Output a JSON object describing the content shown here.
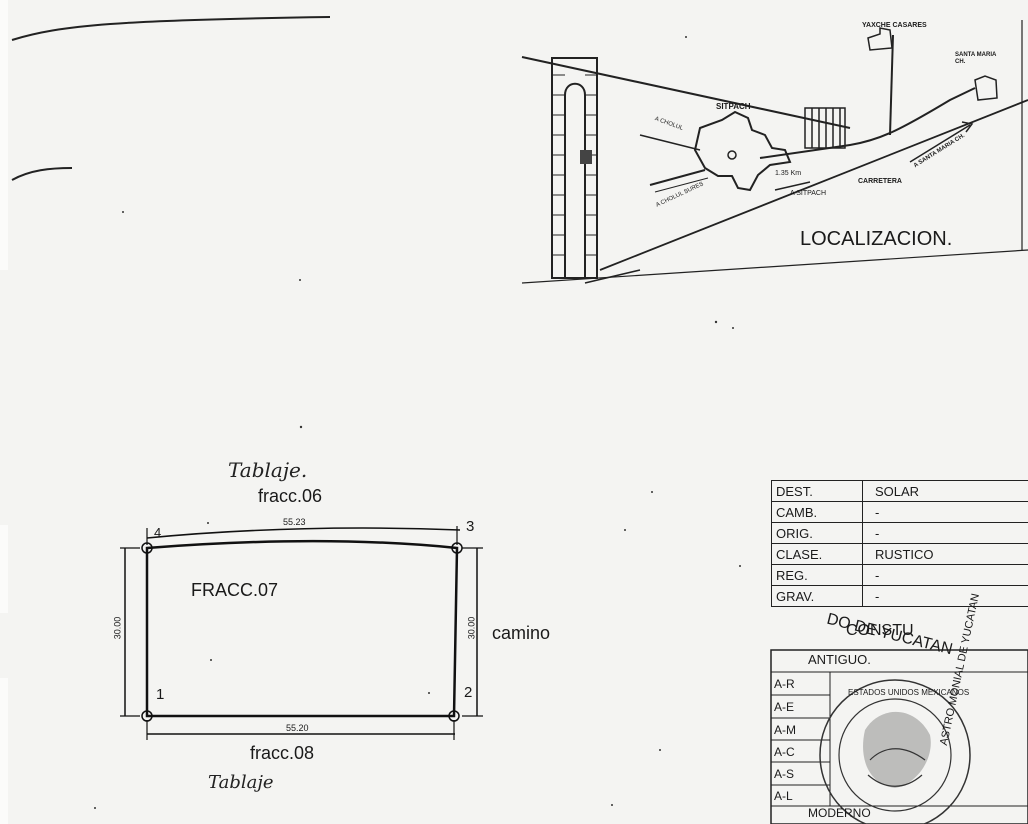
{
  "location_map": {
    "title": "LOCALIZACION.",
    "places": {
      "town_north_left": "YAXCHE CASARES",
      "town_north_right": "SANTA MARIA CH.",
      "center": "SITPACH",
      "road_west": "A CHOLUL",
      "road_southwest": "A CHOLUL SURES",
      "distance": "1.35 Km",
      "to_center": "A SITPACH",
      "road_label": "CARRETERA",
      "road_east": "A SANTA MARIA CH."
    }
  },
  "plot": {
    "handwritten_top": "Tablaje.",
    "handwritten_bottom": "Tablaje",
    "north_neighbor": "fracc.06",
    "south_neighbor": "fracc.08",
    "east_neighbor": "camino",
    "name": "FRACC.07",
    "dim_top": "55.23",
    "dim_bottom": "55.20",
    "dim_left": "30.00",
    "dim_right": "30.00",
    "vertices": [
      "1",
      "2",
      "3",
      "4"
    ]
  },
  "data_table": {
    "rows": [
      {
        "key": "DEST.",
        "value": "SOLAR"
      },
      {
        "key": "CAMB.",
        "value": "-"
      },
      {
        "key": "ORIG.",
        "value": "-"
      },
      {
        "key": "CLASE.",
        "value": "RUSTICO"
      },
      {
        "key": "REG.",
        "value": "-"
      },
      {
        "key": "GRAV.",
        "value": "-"
      }
    ]
  },
  "seal": {
    "top_text": "DO DE YUCATAN",
    "header_text": "CONSTU",
    "antiguo": "ANTIGUO.",
    "moderno": "MODERNO",
    "inner_text": "ESTADOS UNIDOS MEXICANOS",
    "side_text": "ASTRO MONIAL DE YUCATAN",
    "rows": [
      "A-R",
      "A-E",
      "A-M",
      "A-C",
      "A-S",
      "A-L"
    ]
  }
}
